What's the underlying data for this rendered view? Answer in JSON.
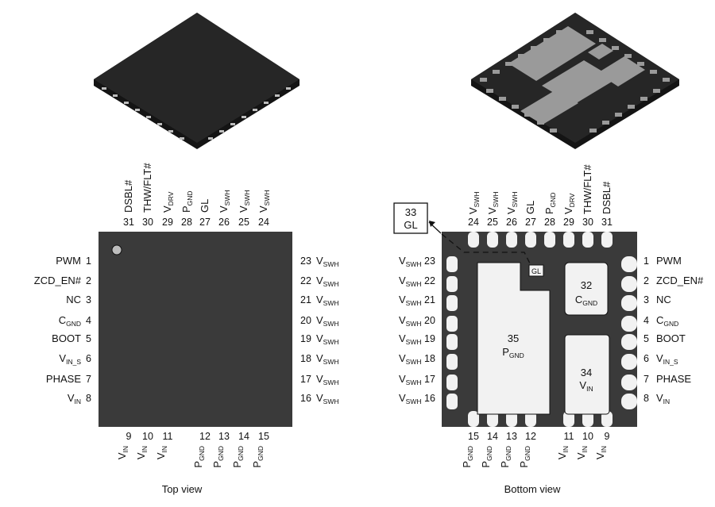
{
  "colors": {
    "package_body": "#3a3a3a",
    "package_top": "#1f1f1f",
    "pad": "#f2f2f2",
    "pad_3d": "#9a9a9a",
    "outline": "#111111"
  },
  "top_view": {
    "caption": "Top view",
    "left_pins": [
      {
        "num": "1",
        "name": "PWM",
        "sub": ""
      },
      {
        "num": "2",
        "name": "ZCD_EN#",
        "sub": ""
      },
      {
        "num": "3",
        "name": "NC",
        "sub": ""
      },
      {
        "num": "4",
        "name": "C",
        "sub": "GND"
      },
      {
        "num": "5",
        "name": "BOOT",
        "sub": ""
      },
      {
        "num": "6",
        "name": "V",
        "sub": "IN_S"
      },
      {
        "num": "7",
        "name": "PHASE",
        "sub": ""
      },
      {
        "num": "8",
        "name": "V",
        "sub": "IN"
      }
    ],
    "bottom_pins": [
      {
        "num": "9",
        "name": "V",
        "sub": "IN"
      },
      {
        "num": "10",
        "name": "V",
        "sub": "IN"
      },
      {
        "num": "11",
        "name": "V",
        "sub": "IN"
      },
      {
        "num": "12",
        "name": "P",
        "sub": "GND"
      },
      {
        "num": "13",
        "name": "P",
        "sub": "GND"
      },
      {
        "num": "14",
        "name": "P",
        "sub": "GND"
      },
      {
        "num": "15",
        "name": "P",
        "sub": "GND"
      }
    ],
    "right_pins": [
      {
        "num": "23",
        "name": "V",
        "sub": "SWH"
      },
      {
        "num": "22",
        "name": "V",
        "sub": "SWH"
      },
      {
        "num": "21",
        "name": "V",
        "sub": "SWH"
      },
      {
        "num": "20",
        "name": "V",
        "sub": "SWH"
      },
      {
        "num": "19",
        "name": "V",
        "sub": "SWH"
      },
      {
        "num": "18",
        "name": "V",
        "sub": "SWH"
      },
      {
        "num": "17",
        "name": "V",
        "sub": "SWH"
      },
      {
        "num": "16",
        "name": "V",
        "sub": "SWH"
      }
    ],
    "top_pins": [
      {
        "num": "31",
        "name": "DSBL#",
        "sub": ""
      },
      {
        "num": "30",
        "name": "THW/FLT#",
        "sub": ""
      },
      {
        "num": "29",
        "name": "V",
        "sub": "DRV"
      },
      {
        "num": "28",
        "name": "P",
        "sub": "GND"
      },
      {
        "num": "27",
        "name": "GL",
        "sub": ""
      },
      {
        "num": "26",
        "name": "V",
        "sub": "SWH"
      },
      {
        "num": "25",
        "name": "V",
        "sub": "SWH"
      },
      {
        "num": "24",
        "name": "V",
        "sub": "SWH"
      }
    ]
  },
  "bottom_view": {
    "caption": "Bottom view",
    "left_pins": [
      {
        "num": "23",
        "name": "V",
        "sub": "SWH"
      },
      {
        "num": "22",
        "name": "V",
        "sub": "SWH"
      },
      {
        "num": "21",
        "name": "V",
        "sub": "SWH"
      },
      {
        "num": "20",
        "name": "V",
        "sub": "SWH"
      },
      {
        "num": "19",
        "name": "V",
        "sub": "SWH"
      },
      {
        "num": "18",
        "name": "V",
        "sub": "SWH"
      },
      {
        "num": "17",
        "name": "V",
        "sub": "SWH"
      },
      {
        "num": "16",
        "name": "V",
        "sub": "SWH"
      }
    ],
    "right_pins": [
      {
        "num": "1",
        "name": "PWM",
        "sub": ""
      },
      {
        "num": "2",
        "name": "ZCD_EN#",
        "sub": ""
      },
      {
        "num": "3",
        "name": "NC",
        "sub": ""
      },
      {
        "num": "4",
        "name": "C",
        "sub": "GND"
      },
      {
        "num": "5",
        "name": "BOOT",
        "sub": ""
      },
      {
        "num": "6",
        "name": "V",
        "sub": "IN_S"
      },
      {
        "num": "7",
        "name": "PHASE",
        "sub": ""
      },
      {
        "num": "8",
        "name": "V",
        "sub": "IN"
      }
    ],
    "top_pins": [
      {
        "num": "24",
        "name": "V",
        "sub": "SWH"
      },
      {
        "num": "25",
        "name": "V",
        "sub": "SWH"
      },
      {
        "num": "26",
        "name": "V",
        "sub": "SWH"
      },
      {
        "num": "27",
        "name": "GL",
        "sub": ""
      },
      {
        "num": "28",
        "name": "P",
        "sub": "GND"
      },
      {
        "num": "29",
        "name": "V",
        "sub": "DRV"
      },
      {
        "num": "30",
        "name": "THW/FLT#",
        "sub": ""
      },
      {
        "num": "31",
        "name": "DSBL#",
        "sub": ""
      }
    ],
    "bottom_pins": [
      {
        "num": "15",
        "name": "P",
        "sub": "GND"
      },
      {
        "num": "14",
        "name": "P",
        "sub": "GND"
      },
      {
        "num": "13",
        "name": "P",
        "sub": "GND"
      },
      {
        "num": "12",
        "name": "P",
        "sub": "GND"
      },
      {
        "num": "11",
        "name": "V",
        "sub": "IN"
      },
      {
        "num": "10",
        "name": "V",
        "sub": "IN"
      },
      {
        "num": "9",
        "name": "V",
        "sub": "IN"
      }
    ],
    "pads": {
      "pad35": {
        "num": "35",
        "name": "P",
        "sub": "GND"
      },
      "pad32": {
        "num": "32",
        "name": "C",
        "sub": "GND"
      },
      "pad34": {
        "num": "34",
        "name": "V",
        "sub": "IN"
      },
      "gl_small": {
        "name": "GL"
      }
    },
    "callout": {
      "num": "33",
      "name": "GL"
    }
  }
}
